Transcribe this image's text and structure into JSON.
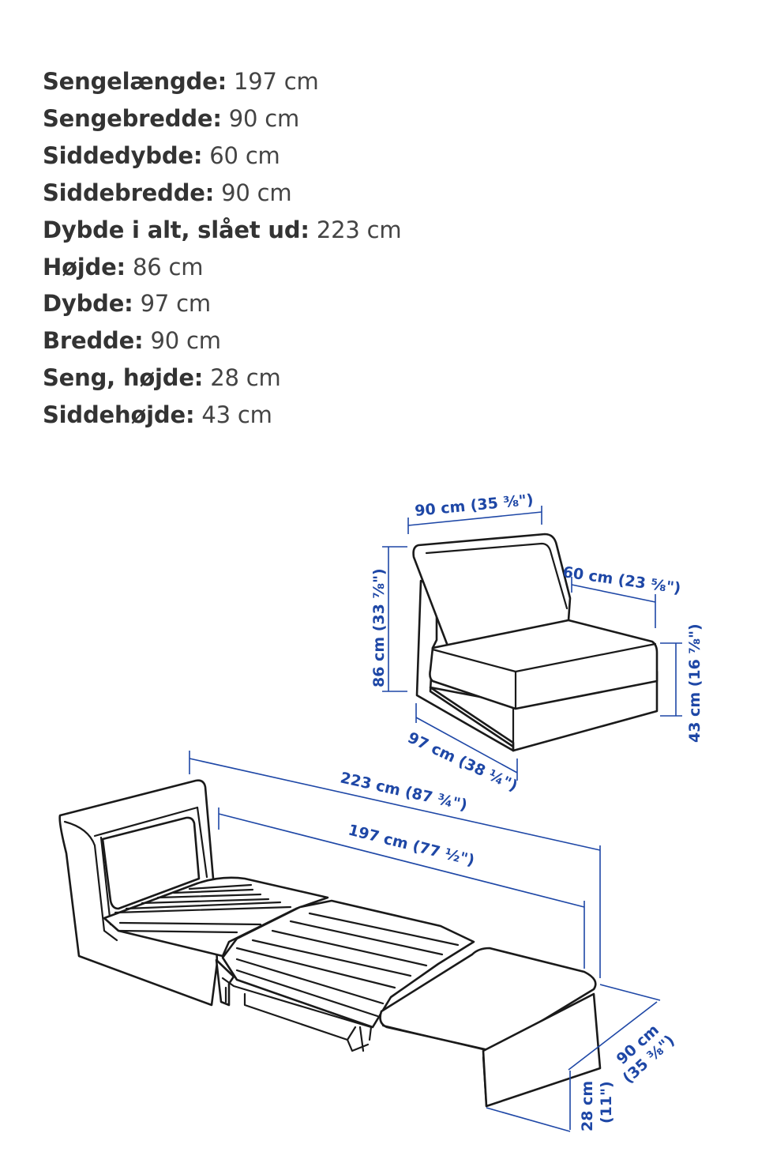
{
  "specs": [
    {
      "label": "Sengelængde:",
      "value": "197 cm"
    },
    {
      "label": "Sengebredde:",
      "value": "90 cm"
    },
    {
      "label": "Siddedybde:",
      "value": "60 cm"
    },
    {
      "label": "Siddebredde:",
      "value": "90 cm"
    },
    {
      "label": "Dybde i alt, slået ud:",
      "value": "223 cm"
    },
    {
      "label": "Højde:",
      "value": "86 cm"
    },
    {
      "label": "Dybde:",
      "value": "97 cm"
    },
    {
      "label": "Bredde:",
      "value": "90 cm"
    },
    {
      "label": "Seng, højde:",
      "value": "28 cm"
    },
    {
      "label": "Siddehøjde:",
      "value": "43 cm"
    }
  ],
  "chair_dims": {
    "width": "90 cm (35 ⅜\")",
    "seat_depth": "60 cm (23 ⅝\")",
    "height": "86 cm (33 ⅞\")",
    "seat_height": "43 cm (16 ⅞\")",
    "depth": "97 cm (38 ¼\")"
  },
  "bed_dims": {
    "total_depth": "223 cm (87 ¾\")",
    "bed_length": "197 cm (77 ½\")",
    "bed_width_cm": "90 cm",
    "bed_width_in": "(35 ⅜\")",
    "bed_height_cm": "28 cm",
    "bed_height_in": "(11\")"
  },
  "colors": {
    "dimension_blue": "#1e47a6",
    "outline": "#1a1a1a",
    "text": "#333333"
  }
}
